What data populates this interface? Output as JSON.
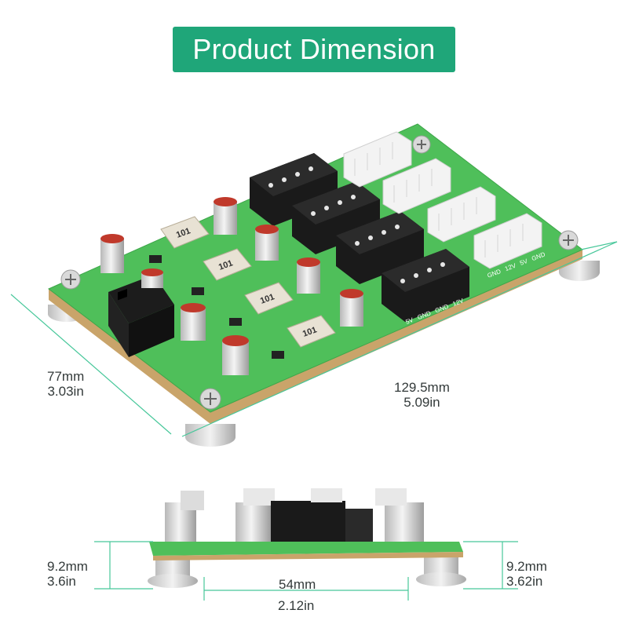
{
  "title": "Product Dimension",
  "dimensions": {
    "width": {
      "mm": "77mm",
      "in": "3.03in"
    },
    "length": {
      "mm": "129.5mm",
      "in": "5.09in"
    },
    "height_left": {
      "mm": "9.2mm",
      "in": "3.6in"
    },
    "height_right": {
      "mm": "9.2mm",
      "in": "3.62in"
    },
    "spacing": {
      "mm": "54mm",
      "in": "2.12in"
    }
  },
  "board": {
    "inductor_label": "101",
    "molex_pin_labels": [
      "5V",
      "GND",
      "GND",
      "12V"
    ],
    "sata_pin_labels": [
      "GND",
      "12V",
      "5V",
      "GND"
    ]
  },
  "colors": {
    "accent": "#1fa679",
    "pcb": "#4fbf5a",
    "dimension_line": "#47c79a"
  }
}
